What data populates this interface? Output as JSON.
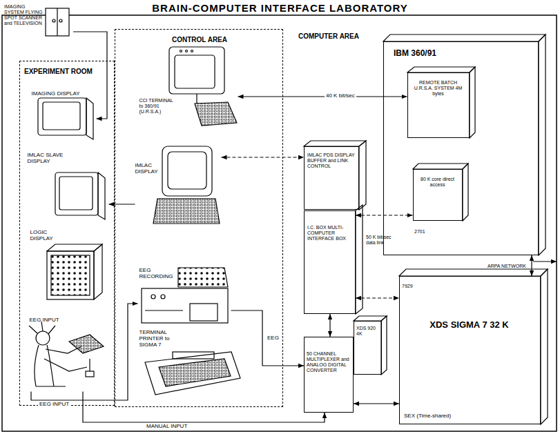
{
  "diagram": {
    "title": "BRAIN-COMPUTER INTERFACE LABORATORY",
    "nodes": [
      {
        "text": [
          "IMAGING SYSTEM FLYING SPOT SCANNER and TELEVISION"
        ]
      },
      {
        "text": [
          "EXPERIMENT ROOM"
        ]
      },
      {
        "text": [
          "IMAGING DISPLAY"
        ],
        "in": 1
      },
      {
        "text": [
          "IMLAC SLAVE DISPLAY"
        ],
        "in": 1
      },
      {
        "text": [
          "LOGIC DISPLAY"
        ],
        "in": 1
      },
      {
        "text": [
          "EEG INPUT"
        ],
        "in": 1
      },
      {
        "text": [
          "CONTROL AREA"
        ]
      },
      {
        "text": [
          "CCI TERMINAL to 360/91 (U.R.S.A.)"
        ],
        "in": 6
      },
      {
        "text": [
          "IMLAC DISPLAY"
        ],
        "in": 6
      },
      {
        "text": [
          "EEG RECORDING"
        ],
        "in": 6
      },
      {
        "text": [
          "TERMINAL PRINTER to SIGMA 7"
        ],
        "in": 6
      },
      {
        "text": [
          "IBM 360/91"
        ]
      },
      {
        "text": [
          "REMOTE BATCH U.R.S.A. SYSTEM 4M bytes"
        ],
        "in": 11
      },
      {
        "text": [
          "80 K core direct access"
        ],
        "in": 11
      },
      {
        "text": [
          "IMLAC PDS DISPLAY BUFFER and LINK CONTROL"
        ]
      },
      {
        "text": [
          "I.C. BOX MULTI-COMPUTER INTERFACE BOX"
        ]
      },
      {
        "text": [
          "XDS 920 4K"
        ]
      },
      {
        "text": [
          "50 CHANNEL MULTIPLEXER and ANALOG DIGITAL CONVERTER"
        ]
      },
      {
        "text": [
          "XDS SIGMA 7 32 K",
          "SEX (Time-shared)"
        ]
      }
    ],
    "edges": [
      {
        "from": 0,
        "to": 2,
        "arrow": "to"
      },
      {
        "from": 7,
        "to": 12,
        "label": "40 K bit/sec",
        "arrow": "both"
      },
      {
        "from": 8,
        "to": 14,
        "arrow": "both"
      },
      {
        "from": 8,
        "to": 3,
        "arrow": "to"
      },
      {
        "from": 15,
        "to": 13,
        "arrow": "both"
      },
      {
        "from": 15,
        "to": 18,
        "arrow": "both"
      },
      {
        "from": 15,
        "to": 17,
        "arrow": "both"
      },
      {
        "from": 11,
        "to": 18,
        "arrow": "both"
      },
      {
        "from": 9,
        "to": 17,
        "label": "EEG",
        "arrow": "to"
      },
      {
        "from": 5,
        "to": 9,
        "label": "EEG INPUT",
        "arrow": "to"
      },
      {
        "from": 5,
        "to": 17,
        "label": "MANUAL INPUT",
        "arrow": "to"
      },
      {
        "from": 17,
        "to": 18,
        "arrow": "both"
      }
    ],
    "labels": [
      "COMPUTER AREA",
      "2701",
      "7929",
      "50 K bit/sec data link",
      "ARPA NETWORK"
    ]
  }
}
